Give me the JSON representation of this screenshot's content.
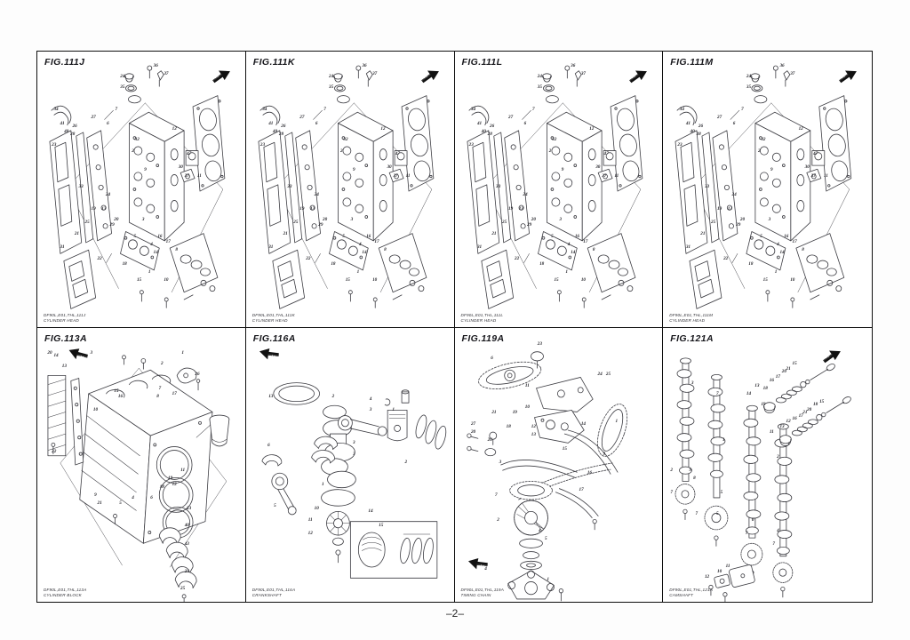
{
  "page": {
    "number": "–2–"
  },
  "arrow_label": "UP",
  "panels": [
    {
      "id": "111J",
      "title": "FIG.111J",
      "caption1": "DF90L,E01,THL,111J",
      "caption2": "CYLINDER HEAD",
      "diagram": "cylinder-head",
      "callouts_ref": "head"
    },
    {
      "id": "111K",
      "title": "FIG.111K",
      "caption1": "DF90L,E01,THL,111K",
      "caption2": "CYLINDER HEAD",
      "diagram": "cylinder-head",
      "callouts_ref": "head"
    },
    {
      "id": "111L",
      "title": "FIG.111L",
      "caption1": "DF90L,E01,THL,111L",
      "caption2": "CYLINDER HEAD",
      "diagram": "cylinder-head",
      "callouts_ref": "head"
    },
    {
      "id": "111M",
      "title": "FIG.111M",
      "caption1": "DF90L,E01,THL,111M",
      "caption2": "CYLINDER HEAD",
      "diagram": "cylinder-head",
      "callouts_ref": "head"
    },
    {
      "id": "113A",
      "title": "FIG.113A",
      "caption1": "DF90L,E01,THL,113A",
      "caption2": "CYLINDER BLOCK",
      "diagram": "cylinder-block",
      "callouts_ref": "block"
    },
    {
      "id": "116A",
      "title": "FIG.116A",
      "caption1": "DF90L,E01,THL,116A",
      "caption2": "CRANKSHAFT",
      "diagram": "crankshaft",
      "callouts_ref": "crank"
    },
    {
      "id": "119A",
      "title": "FIG.119A",
      "caption1": "DF90L,E01,THL,119A",
      "caption2": "TIMING CHAIN",
      "diagram": "timing-chain",
      "callouts_ref": "chain"
    },
    {
      "id": "121A",
      "title": "FIG.121A",
      "caption1": "DF90L,E01,THL,121A",
      "caption2": "CAMSHAFT",
      "diagram": "camshaft",
      "callouts_ref": "cam"
    }
  ],
  "callout_sets": {
    "head": [
      [
        "36",
        57,
        5
      ],
      [
        "37",
        62,
        8
      ],
      [
        "24",
        41,
        9
      ],
      [
        "35",
        41,
        13
      ],
      [
        "7",
        38,
        21
      ],
      [
        "6",
        34,
        26
      ],
      [
        "12",
        66,
        28
      ],
      [
        "34",
        9,
        21
      ],
      [
        "41",
        12,
        26
      ],
      [
        "40",
        14,
        29
      ],
      [
        "26",
        18,
        27
      ],
      [
        "27",
        27,
        24
      ],
      [
        "28",
        17,
        30
      ],
      [
        "23",
        8,
        34
      ],
      [
        "2",
        46,
        36
      ],
      [
        "9",
        52,
        43
      ],
      [
        "47",
        73,
        37
      ],
      [
        "30",
        69,
        42
      ],
      [
        "37",
        72,
        45
      ],
      [
        "11",
        78,
        45
      ],
      [
        "32",
        48,
        32
      ],
      [
        "33",
        21,
        49
      ],
      [
        "19",
        27,
        57
      ],
      [
        "13",
        32,
        57
      ],
      [
        "24",
        34,
        52
      ],
      [
        "20",
        38,
        61
      ],
      [
        "21",
        19,
        66
      ],
      [
        "31",
        12,
        71
      ],
      [
        "22",
        30,
        75
      ],
      [
        "18",
        42,
        77
      ],
      [
        "5",
        47,
        67
      ],
      [
        "3",
        51,
        61
      ],
      [
        "4",
        55,
        70
      ],
      [
        "14",
        57,
        73
      ],
      [
        "10",
        62,
        83
      ],
      [
        "1",
        54,
        80
      ],
      [
        "15",
        49,
        83
      ],
      [
        "8",
        67,
        72
      ],
      [
        "16",
        59,
        67
      ],
      [
        "17",
        63,
        69
      ],
      [
        "29",
        36,
        63
      ],
      [
        "25",
        24,
        62
      ]
    ],
    "block": [
      [
        "20",
        6,
        9
      ],
      [
        "14",
        9,
        10
      ],
      [
        "13",
        13,
        14
      ],
      [
        "3",
        26,
        9
      ],
      [
        "1",
        70,
        9
      ],
      [
        "2",
        60,
        13
      ],
      [
        "26",
        77,
        17
      ],
      [
        "7",
        59,
        22
      ],
      [
        "8",
        58,
        25
      ],
      [
        "17",
        66,
        24
      ],
      [
        "15",
        38,
        23
      ],
      [
        "16",
        40,
        25
      ],
      [
        "10",
        28,
        30
      ],
      [
        "22",
        8,
        45
      ],
      [
        "11",
        70,
        52
      ],
      [
        "12",
        66,
        57
      ],
      [
        "19",
        64,
        55
      ],
      [
        "9",
        28,
        61
      ],
      [
        "6",
        55,
        62
      ],
      [
        "4",
        46,
        62
      ],
      [
        "5",
        40,
        64
      ],
      [
        "21",
        30,
        64
      ],
      [
        "18",
        60,
        58
      ],
      [
        "23",
        73,
        66
      ],
      [
        "40",
        72,
        72
      ],
      [
        "43",
        72,
        79
      ],
      [
        "24",
        72,
        89
      ],
      [
        "25",
        70,
        95
      ]
    ],
    "crank": [
      [
        "13",
        12,
        25
      ],
      [
        "2",
        42,
        25
      ],
      [
        "4",
        60,
        26
      ],
      [
        "3",
        60,
        30
      ],
      [
        "1",
        71,
        30
      ],
      [
        "3",
        52,
        42
      ],
      [
        "3",
        52,
        46
      ],
      [
        "6",
        11,
        43
      ],
      [
        "2",
        77,
        49
      ],
      [
        "1",
        37,
        57
      ],
      [
        "5",
        14,
        65
      ],
      [
        "10",
        34,
        66
      ],
      [
        "11",
        31,
        70
      ],
      [
        "12",
        31,
        75
      ],
      [
        "14",
        60,
        67
      ],
      [
        "15",
        65,
        72
      ]
    ],
    "chain": [
      [
        "23",
        41,
        6
      ],
      [
        "6",
        18,
        11
      ],
      [
        "11",
        35,
        21
      ],
      [
        "24",
        70,
        17
      ],
      [
        "25",
        74,
        17
      ],
      [
        "10",
        35,
        29
      ],
      [
        "1",
        78,
        34
      ],
      [
        "21",
        19,
        31
      ],
      [
        "27",
        9,
        35
      ],
      [
        "20",
        9,
        38
      ],
      [
        "26",
        17,
        41
      ],
      [
        "19",
        29,
        31
      ],
      [
        "18",
        26,
        36
      ],
      [
        "12",
        38,
        36
      ],
      [
        "13",
        38,
        39
      ],
      [
        "14",
        62,
        35
      ],
      [
        "15",
        53,
        44
      ],
      [
        "9",
        72,
        46
      ],
      [
        "3",
        22,
        49
      ],
      [
        "16",
        65,
        53
      ],
      [
        "17",
        61,
        59
      ],
      [
        "7",
        20,
        61
      ],
      [
        "2",
        21,
        70
      ],
      [
        "4",
        41,
        74
      ],
      [
        "5",
        44,
        77
      ],
      [
        "4",
        15,
        88
      ],
      [
        "1",
        45,
        92
      ]
    ],
    "cam": [
      [
        "3",
        14,
        20
      ],
      [
        "7",
        26,
        24
      ],
      [
        "1",
        29,
        41
      ],
      [
        "2",
        55,
        47
      ],
      [
        "14",
        41,
        24
      ],
      [
        "13",
        45,
        21
      ],
      [
        "18",
        49,
        22
      ],
      [
        "16",
        52,
        19
      ],
      [
        "17",
        55,
        18
      ],
      [
        "20",
        58,
        16
      ],
      [
        "21",
        60,
        15
      ],
      [
        "15",
        63,
        13
      ],
      [
        "19",
        48,
        28
      ],
      [
        "11",
        52,
        38
      ],
      [
        "13",
        57,
        36
      ],
      [
        "12",
        60,
        34
      ],
      [
        "16",
        63,
        33
      ],
      [
        "17",
        66,
        32
      ],
      [
        "21",
        68,
        31
      ],
      [
        "20",
        70,
        30
      ],
      [
        "18",
        73,
        28
      ],
      [
        "15",
        76,
        27
      ],
      [
        "2",
        4,
        52
      ],
      [
        "9",
        13,
        52
      ],
      [
        "8",
        15,
        55
      ],
      [
        "5",
        28,
        60
      ],
      [
        "7",
        4,
        60
      ],
      [
        "6",
        43,
        70
      ],
      [
        "5",
        26,
        68
      ],
      [
        "4",
        55,
        74
      ],
      [
        "7",
        40,
        75
      ],
      [
        "7",
        53,
        79
      ],
      [
        "7",
        16,
        68
      ],
      [
        "11",
        31,
        87
      ],
      [
        "10",
        27,
        89
      ],
      [
        "12",
        21,
        91
      ]
    ]
  }
}
